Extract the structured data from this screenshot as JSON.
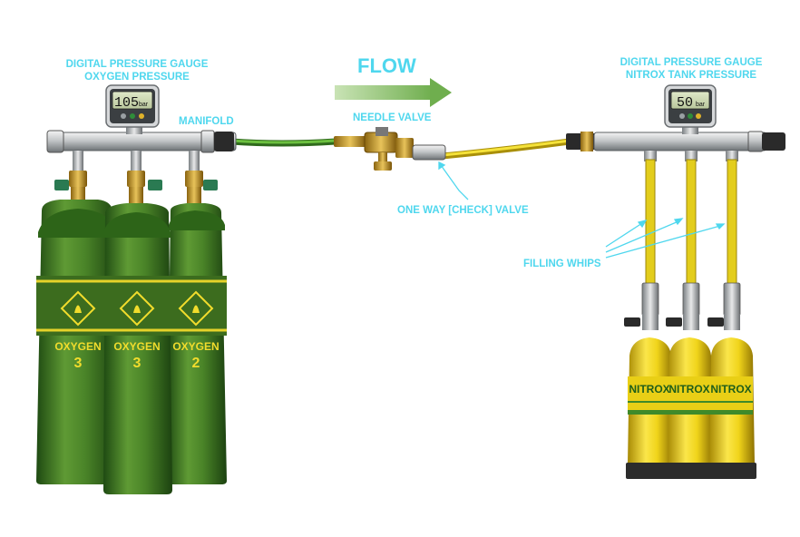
{
  "labels": {
    "oxygen_gauge_line1": "DIGITAL PRESSURE GAUGE",
    "oxygen_gauge_line2": "OXYGEN PRESSURE",
    "manifold": "MANIFOLD",
    "flow": "FLOW",
    "needle_valve": "NEEDLE VALVE",
    "check_valve": "ONE WAY [CHECK] VALVE",
    "nitrox_gauge_line1": "DIGITAL PRESSURE GAUGE",
    "nitrox_gauge_line2": "NITROX TANK PRESSURE",
    "filling_whips": "FILLING WHIPS"
  },
  "oxygen_gauge": {
    "value": "105",
    "unit": "bar"
  },
  "nitrox_gauge": {
    "value": "50",
    "unit": "bar"
  },
  "oxygen_cylinders": [
    {
      "label": "OXYGEN",
      "number": "3"
    },
    {
      "label": "OXYGEN",
      "number": "3"
    },
    {
      "label": "OXYGEN",
      "number": "2"
    }
  ],
  "nitrox_tanks": [
    {
      "label": "NITROX"
    },
    {
      "label": "NITROX"
    },
    {
      "label": "NITROX"
    }
  ],
  "colors": {
    "annotation": "#4fd7ee",
    "oxygen_cylinder": "#3f7e22",
    "nitrox_tank": "#f2d51c",
    "oxygen_hose": "#5caa35",
    "nitrox_hose": "#e9d21f"
  }
}
